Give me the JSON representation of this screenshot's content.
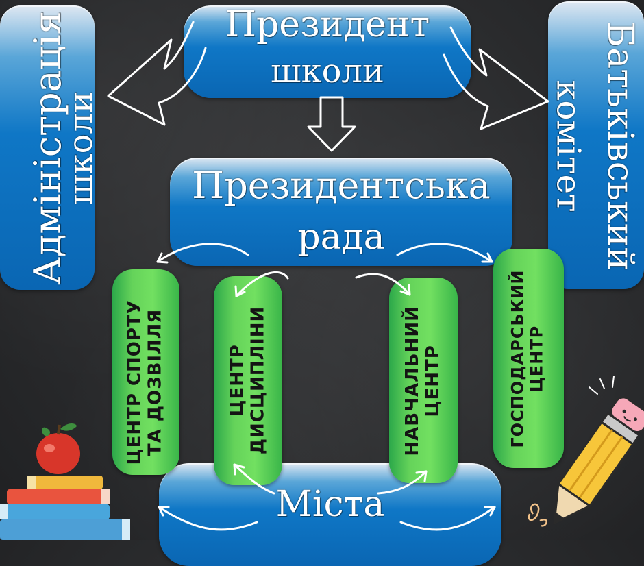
{
  "nodes": {
    "president": {
      "line1": "Президент",
      "line2": "школи"
    },
    "admin": {
      "line1": "Адміністрація",
      "line2": "школи"
    },
    "parents": {
      "line1": "Батьківський",
      "line2": "комітет"
    },
    "council": {
      "line1": "Президентська",
      "line2": "рада"
    },
    "sport": {
      "line1": "ЦЕНТР СПОРТУ",
      "line2": "ТА ДОЗВІЛЛЯ"
    },
    "discipline": {
      "line1": "ЦЕНТР",
      "line2": "ДИСЦИПЛІНИ"
    },
    "study": {
      "line1": "НАВЧАЛЬНИЙ",
      "line2": "ЦЕНТР"
    },
    "economy": {
      "line1": "ГОСПОДАРСЬКИЙ",
      "line2": "ЦЕНТР"
    },
    "cities": {
      "label": "Міста"
    }
  },
  "colors": {
    "blue_box": "#0a66b3",
    "green_box": "#72e061",
    "background": "#2a2b2d",
    "chalk": "#ffffff"
  },
  "decorations": [
    "books-apple-icon",
    "pencil-icon"
  ]
}
